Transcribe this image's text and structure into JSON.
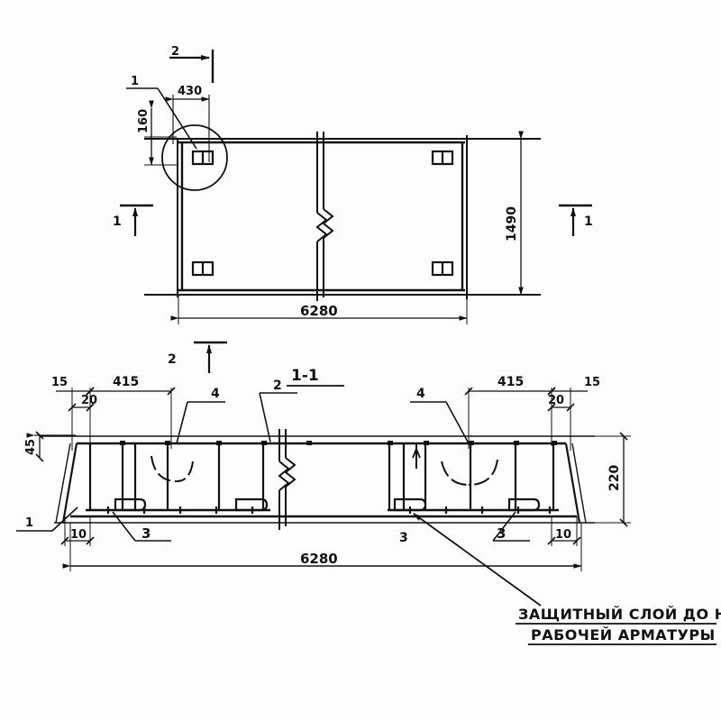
{
  "drawing": {
    "title": "1-1",
    "sheet_background": "#fdfdfd",
    "ink_color": "#111111",
    "note_line_1": "ЗАЩИТНЫЙ СЛОЙ ДО НИЗА",
    "note_line_2": "РАБОЧЕЙ АРМАТУРЫ"
  },
  "plan_view": {
    "name": "plan-view",
    "dim_length": "6280",
    "dim_height": "1490",
    "dim_edge_offset": "430",
    "dim_edge_inset": "160",
    "section_mark_left": "1",
    "section_mark_right": "1",
    "section_mark_top": "2",
    "detail_mark": "1"
  },
  "section_view": {
    "name": "section-1-1",
    "title": "1-1",
    "dim_total": "6280",
    "dim_height": "220",
    "dim_left_end": "15",
    "dim_left_span": "415",
    "dim_left_small": "20",
    "dim_left_top": "45",
    "dim_right_end": "15",
    "dim_right_span": "415",
    "dim_right_small": "20",
    "dim_cover_left": "10",
    "dim_cover_right": "10",
    "pos_1": "1",
    "pos_2": "2",
    "pos_2_top": "2",
    "pos_3_left": "3",
    "pos_3_right": "3",
    "pos_3_center": "3",
    "pos_4_left": "4",
    "pos_4_right": "4"
  }
}
